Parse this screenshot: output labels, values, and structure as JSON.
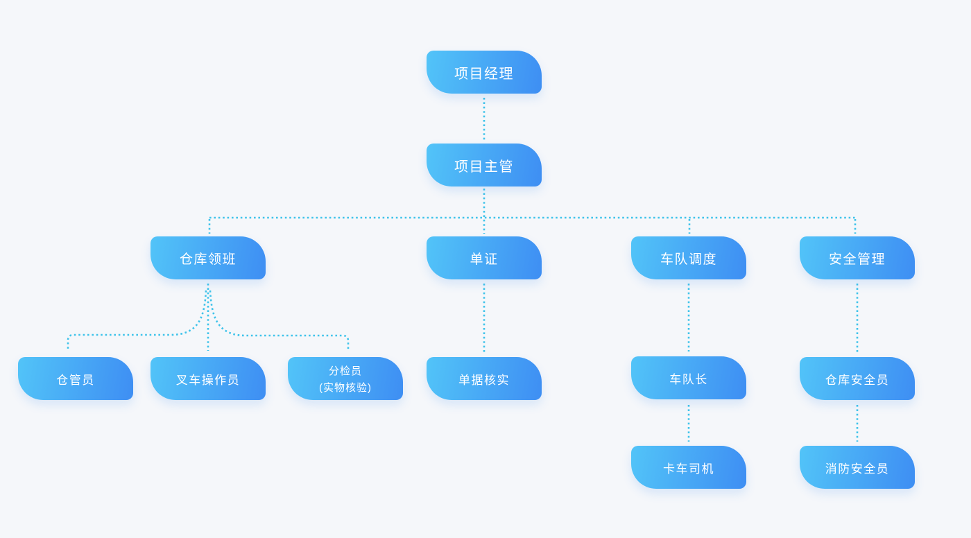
{
  "diagram": {
    "type": "org-chart",
    "colors": {
      "background": "#f5f7fa",
      "node_gradient_start": "#52c4f8",
      "node_gradient_end": "#3e8ef3",
      "connector": "#3fc3ea",
      "node_text": "#ffffff"
    },
    "nodes": [
      {
        "id": "project-manager",
        "label": "项目经理",
        "level": 1,
        "parent": null
      },
      {
        "id": "project-supervisor",
        "label": "项目主管",
        "level": 2,
        "parent": "project-manager"
      },
      {
        "id": "warehouse-foreman",
        "label": "仓库领班",
        "level": 3,
        "parent": "project-supervisor"
      },
      {
        "id": "documentation",
        "label": "单证",
        "level": 3,
        "parent": "project-supervisor"
      },
      {
        "id": "fleet-dispatch",
        "label": "车队调度",
        "level": 3,
        "parent": "project-supervisor"
      },
      {
        "id": "safety-management",
        "label": "安全管理",
        "level": 3,
        "parent": "project-supervisor"
      },
      {
        "id": "warehouse-keeper",
        "label": "仓管员",
        "level": 4,
        "parent": "warehouse-foreman"
      },
      {
        "id": "forklift-operator",
        "label": "叉车操作员",
        "level": 4,
        "parent": "warehouse-foreman"
      },
      {
        "id": "sorter",
        "label": "分检员",
        "sublabel": "(实物核验)",
        "level": 4,
        "parent": "warehouse-foreman"
      },
      {
        "id": "document-verification",
        "label": "单据核实",
        "level": 4,
        "parent": "documentation"
      },
      {
        "id": "fleet-captain",
        "label": "车队长",
        "level": 4,
        "parent": "fleet-dispatch"
      },
      {
        "id": "warehouse-safety-officer",
        "label": "仓库安全员",
        "level": 4,
        "parent": "safety-management"
      },
      {
        "id": "truck-driver",
        "label": "卡车司机",
        "level": 5,
        "parent": "fleet-captain"
      },
      {
        "id": "fire-safety-officer",
        "label": "消防安全员",
        "level": 5,
        "parent": "warehouse-safety-officer"
      }
    ],
    "edges": [
      {
        "from": "project-manager",
        "to": "project-supervisor"
      },
      {
        "from": "project-supervisor",
        "to": "warehouse-foreman"
      },
      {
        "from": "project-supervisor",
        "to": "documentation"
      },
      {
        "from": "project-supervisor",
        "to": "fleet-dispatch"
      },
      {
        "from": "project-supervisor",
        "to": "safety-management"
      },
      {
        "from": "warehouse-foreman",
        "to": "warehouse-keeper"
      },
      {
        "from": "warehouse-foreman",
        "to": "forklift-operator"
      },
      {
        "from": "warehouse-foreman",
        "to": "sorter"
      },
      {
        "from": "documentation",
        "to": "document-verification"
      },
      {
        "from": "fleet-dispatch",
        "to": "fleet-captain"
      },
      {
        "from": "safety-management",
        "to": "warehouse-safety-officer"
      },
      {
        "from": "fleet-captain",
        "to": "truck-driver"
      },
      {
        "from": "warehouse-safety-officer",
        "to": "fire-safety-officer"
      }
    ]
  }
}
